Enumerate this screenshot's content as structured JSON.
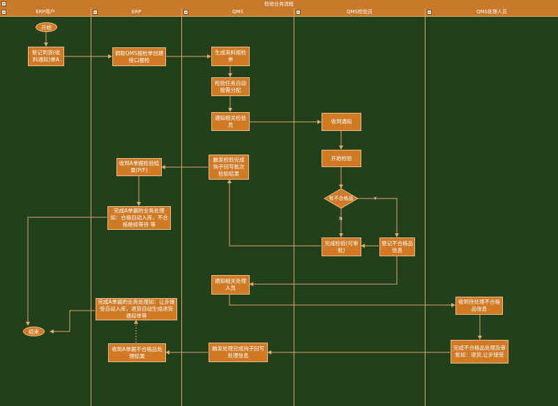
{
  "title": "检验业务流程",
  "lanes": [
    "ERP用户",
    "ERP",
    "QMS",
    "QMS检验员",
    "QMS处理人员"
  ],
  "nodes": {
    "start": "开始",
    "n1": "登记到货(收料通知)单A",
    "n2": "调取QMS报检单创建接口报检",
    "n3": "生成来料报检单",
    "n4": "检验任务自动按需分配",
    "n5": "通知相关检验员",
    "n6": "收到通知",
    "n7": "开始检验",
    "decision": "有不合格品",
    "n8": "完成检验(可审批)",
    "n9": "登记不合格品信息",
    "n10": "触发检验完成钩子回写批次检验结果",
    "n11": "收到A单据检验结果(P/F)",
    "n12": "完成A单据的业务处理如：合格自动入库，不合格继续等待 等",
    "n13": "通知相关处理人员",
    "n14": "收到待处理不合格品信息",
    "n15": "完成不合格品处理及审批如：退货,让步接受",
    "n16": "触发处理完成钩子回写处理信息",
    "n17": "收到A单据不合格品处理结果",
    "n18": "完成A单据的业务处理如：让步接受自动入库，退货自动生成退货通知单等",
    "end": "结束"
  },
  "edge_labels": {
    "yes": "Y",
    "no": "N"
  },
  "colors": {
    "background": "#23401d",
    "node": "#d07a26",
    "line": "#e0a96a"
  }
}
